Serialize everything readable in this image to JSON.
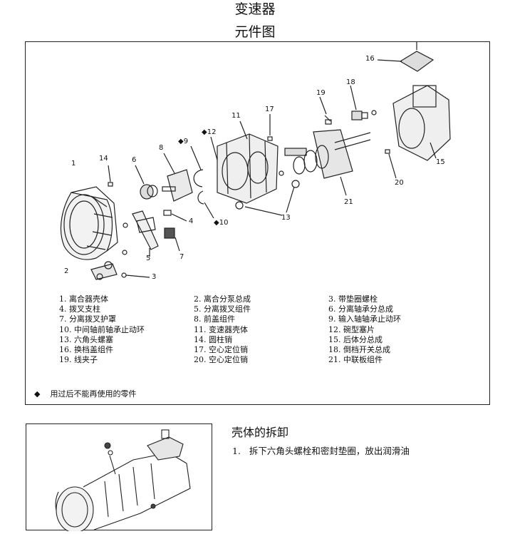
{
  "header": {
    "title": "变速器",
    "subtitle": "元件图"
  },
  "diagram": {
    "callouts": [
      {
        "id": "c1",
        "label": "1"
      },
      {
        "id": "c2",
        "label": "2"
      },
      {
        "id": "c3",
        "label": "3"
      },
      {
        "id": "c4",
        "label": "4"
      },
      {
        "id": "c5",
        "label": "5"
      },
      {
        "id": "c6",
        "label": "6"
      },
      {
        "id": "c7",
        "label": "7"
      },
      {
        "id": "c8",
        "label": "8"
      },
      {
        "id": "c9",
        "label": "9"
      },
      {
        "id": "c10",
        "label": "10"
      },
      {
        "id": "c11",
        "label": "11"
      },
      {
        "id": "c12",
        "label": "12"
      },
      {
        "id": "c13",
        "label": "13"
      },
      {
        "id": "c14",
        "label": "14"
      },
      {
        "id": "c15",
        "label": "15"
      },
      {
        "id": "c16",
        "label": "16"
      },
      {
        "id": "c17",
        "label": "17"
      },
      {
        "id": "c18",
        "label": "18"
      },
      {
        "id": "c19",
        "label": "19"
      },
      {
        "id": "c20",
        "label": "20"
      },
      {
        "id": "c21",
        "label": "21"
      }
    ],
    "non_reusable_marker": "◆"
  },
  "legend": {
    "items": [
      "1. 离合器壳体",
      "2. 离合分泵总成",
      "3. 带垫圈螺栓",
      "4. 拨叉支柱",
      "5. 分离拨叉组件",
      "6. 分离轴承分总成",
      "7. 分离拨叉护罩",
      "8. 前盖组件",
      "9. 输入轴轴承止动环",
      "10. 中间轴前轴承止动环",
      "11. 变速器壳体",
      "12. 碗型塞片",
      "13. 六角头螺塞",
      "14. 圆柱销",
      "15. 后体分总成",
      "16. 换档盖组件",
      "17. 空心定位销",
      "18. 倒档开关总成",
      "19. 线夹子",
      "20. 空心定位销",
      "21. 中联板组件"
    ],
    "note_marker": "◆",
    "note": "用过后不能再使用的零件"
  },
  "section": {
    "title": "壳体的拆卸",
    "step_number": "1.",
    "step_text": "拆下六角头螺栓和密封垫圈，放出润滑油"
  }
}
